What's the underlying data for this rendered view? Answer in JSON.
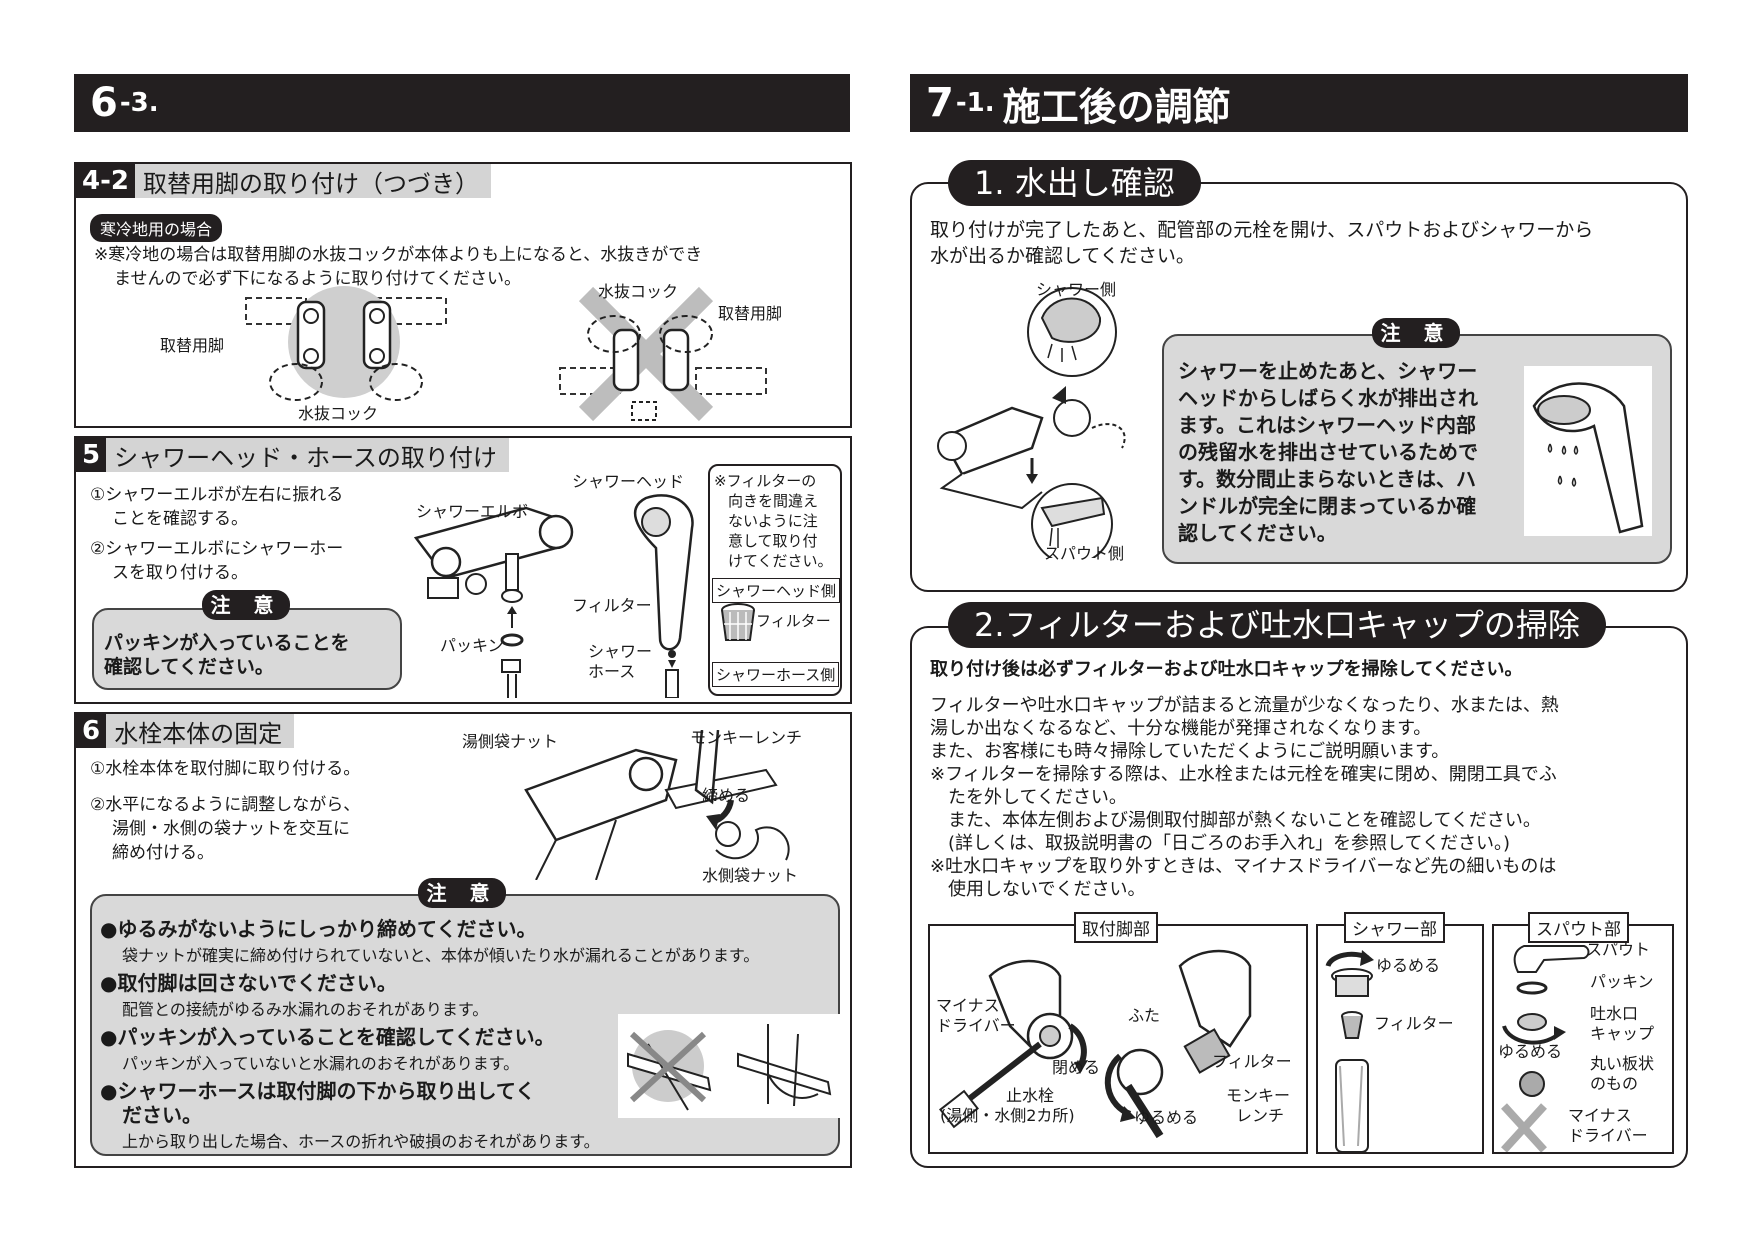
{
  "left_header": {
    "num": "6",
    "sub": "-3."
  },
  "right_header": {
    "num": "7",
    "sub": "-1.",
    "title": "施工後の調節"
  },
  "s42": {
    "num": "4-2",
    "title": "取替用脚の取り付け（つづき）",
    "pill": "寒冷地用の場合",
    "text1": "※寒冷地の場合は取替用脚の水抜コックが本体よりも上になると、水抜きができ",
    "text2": "ませんので必ず下になるように取り付けてください。",
    "lbl_leg_left": "取替用脚",
    "lbl_cock_bottom": "水抜コック",
    "lbl_cock_top": "水抜コック",
    "lbl_leg_right": "取替用脚"
  },
  "s5": {
    "num": "5",
    "title": "シャワーヘッド・ホースの取り付け",
    "step1a": "①シャワーエルボが左右に振れる",
    "step1b": "ことを確認する。",
    "step2a": "②シャワーエルボにシャワーホー",
    "step2b": "スを取り付ける。",
    "note_tag": "注 意",
    "note_text1": "パッキンが入っていることを",
    "note_text2": "確認してください。",
    "lbl_elbow": "シャワーエルボ",
    "lbl_head": "シャワーヘッド",
    "lbl_filter": "フィルター",
    "lbl_packing": "パッキン",
    "lbl_hose1": "シャワー",
    "lbl_hose2": "ホース",
    "side_note": [
      "※フィルターの",
      "向きを間違え",
      "ないように注",
      "意して取り付",
      "けてください。"
    ],
    "box_head_side": "シャワーヘッド側",
    "lbl_filter2": "フィルター",
    "box_hose_side": "シャワーホース側"
  },
  "s6": {
    "num": "6",
    "title": "水栓本体の固定",
    "step1": "①水栓本体を取付脚に取り付ける。",
    "step2a": "②水平になるように調整しながら、",
    "step2b": "湯側・水側の袋ナットを交互に",
    "step2c": "締め付ける。",
    "lbl_hot_nut": "湯側袋ナット",
    "lbl_wrench": "モンキーレンチ",
    "lbl_tighten": "締める",
    "lbl_cold_nut": "水側袋ナット",
    "note_tag": "注 意",
    "b1": "●ゆるみがないようにしっかり締めてください。",
    "b1s": "袋ナットが確実に締め付けられていないと、本体が傾いたり水が漏れることがあります。",
    "b2": "●取付脚は回さないでください。",
    "b2s": "配管との接続がゆるみ水漏れのおそれがあります。",
    "b3": "●パッキンが入っていることを確認してください。",
    "b3s": "パッキンが入っていないと水漏れのおそれがあります。",
    "b4a": "●シャワーホースは取付脚の下から取り出してく",
    "b4b": "ださい。",
    "b4s": "上から取り出した場合、ホースの折れや破損のおそれがあります。"
  },
  "r1": {
    "title": "1. 水出し確認",
    "text1": "取り付けが完了したあと、配管部の元栓を開け、スパウトおよびシャワーから",
    "text2": "水が出るか確認してください。",
    "lbl_shower_side": "シャワー側",
    "lbl_spout_side": "スパウト側",
    "note_tag": "注 意",
    "note": [
      "シャワーを止めたあと、シャワー",
      "ヘッドからしばらく水が排出され",
      "ます。これはシャワーヘッド内部",
      "の残留水を排出させているためで",
      "す。数分間止まらないときは、ハ",
      "ンドルが完全に閉まっているか確",
      "認してください。"
    ]
  },
  "r2": {
    "title": "2.フィルターおよび吐水口キャップの掃除",
    "bold": "取り付け後は必ずフィルターおよび吐水口キャップを掃除してください。",
    "lines": [
      "フィルターや吐水口キャップが詰まると流量が少なくなったり、水または、熱",
      "湯しか出なくなるなど、十分な機能が発揮されなくなります。",
      "また、お客様にも時々掃除していただくようにご説明願います。",
      "※フィルターを掃除する際は、止水栓または元栓を確実に閉め、開閉工具でふ",
      "　たを外してください。",
      "　また、本体左側および湯側取付脚部が熱くないことを確認してください。",
      "　(詳しくは、取扱説明書の「日ごろのお手入れ」を参照してください。)",
      "※吐水口キャップを取り外すときは、マイナスドライバーなど先の細いものは",
      "　使用しないでください。"
    ],
    "tab_leg": "取付脚部",
    "tab_shower": "シャワー部",
    "tab_spout": "スパウト部",
    "leg": {
      "driver1": "マイナス",
      "driver2": "ドライバー",
      "close": "閉める",
      "lid": "ふた",
      "filter": "フィルター",
      "valve1": "止水栓",
      "valve2": "(湯側・水側2カ所)",
      "loosen": "ゆるめる",
      "wrench1": "モンキー",
      "wrench2": "レンチ"
    },
    "shower": {
      "loosen": "ゆるめる",
      "filter": "フィルター"
    },
    "spout": {
      "spout": "スパウト",
      "packing": "パッキン",
      "cap1": "吐水口",
      "cap2": "キャップ",
      "loosen": "ゆるめる",
      "disc1": "丸い板状",
      "disc2": "のもの",
      "driver1": "マイナス",
      "driver2": "ドライバー"
    }
  }
}
